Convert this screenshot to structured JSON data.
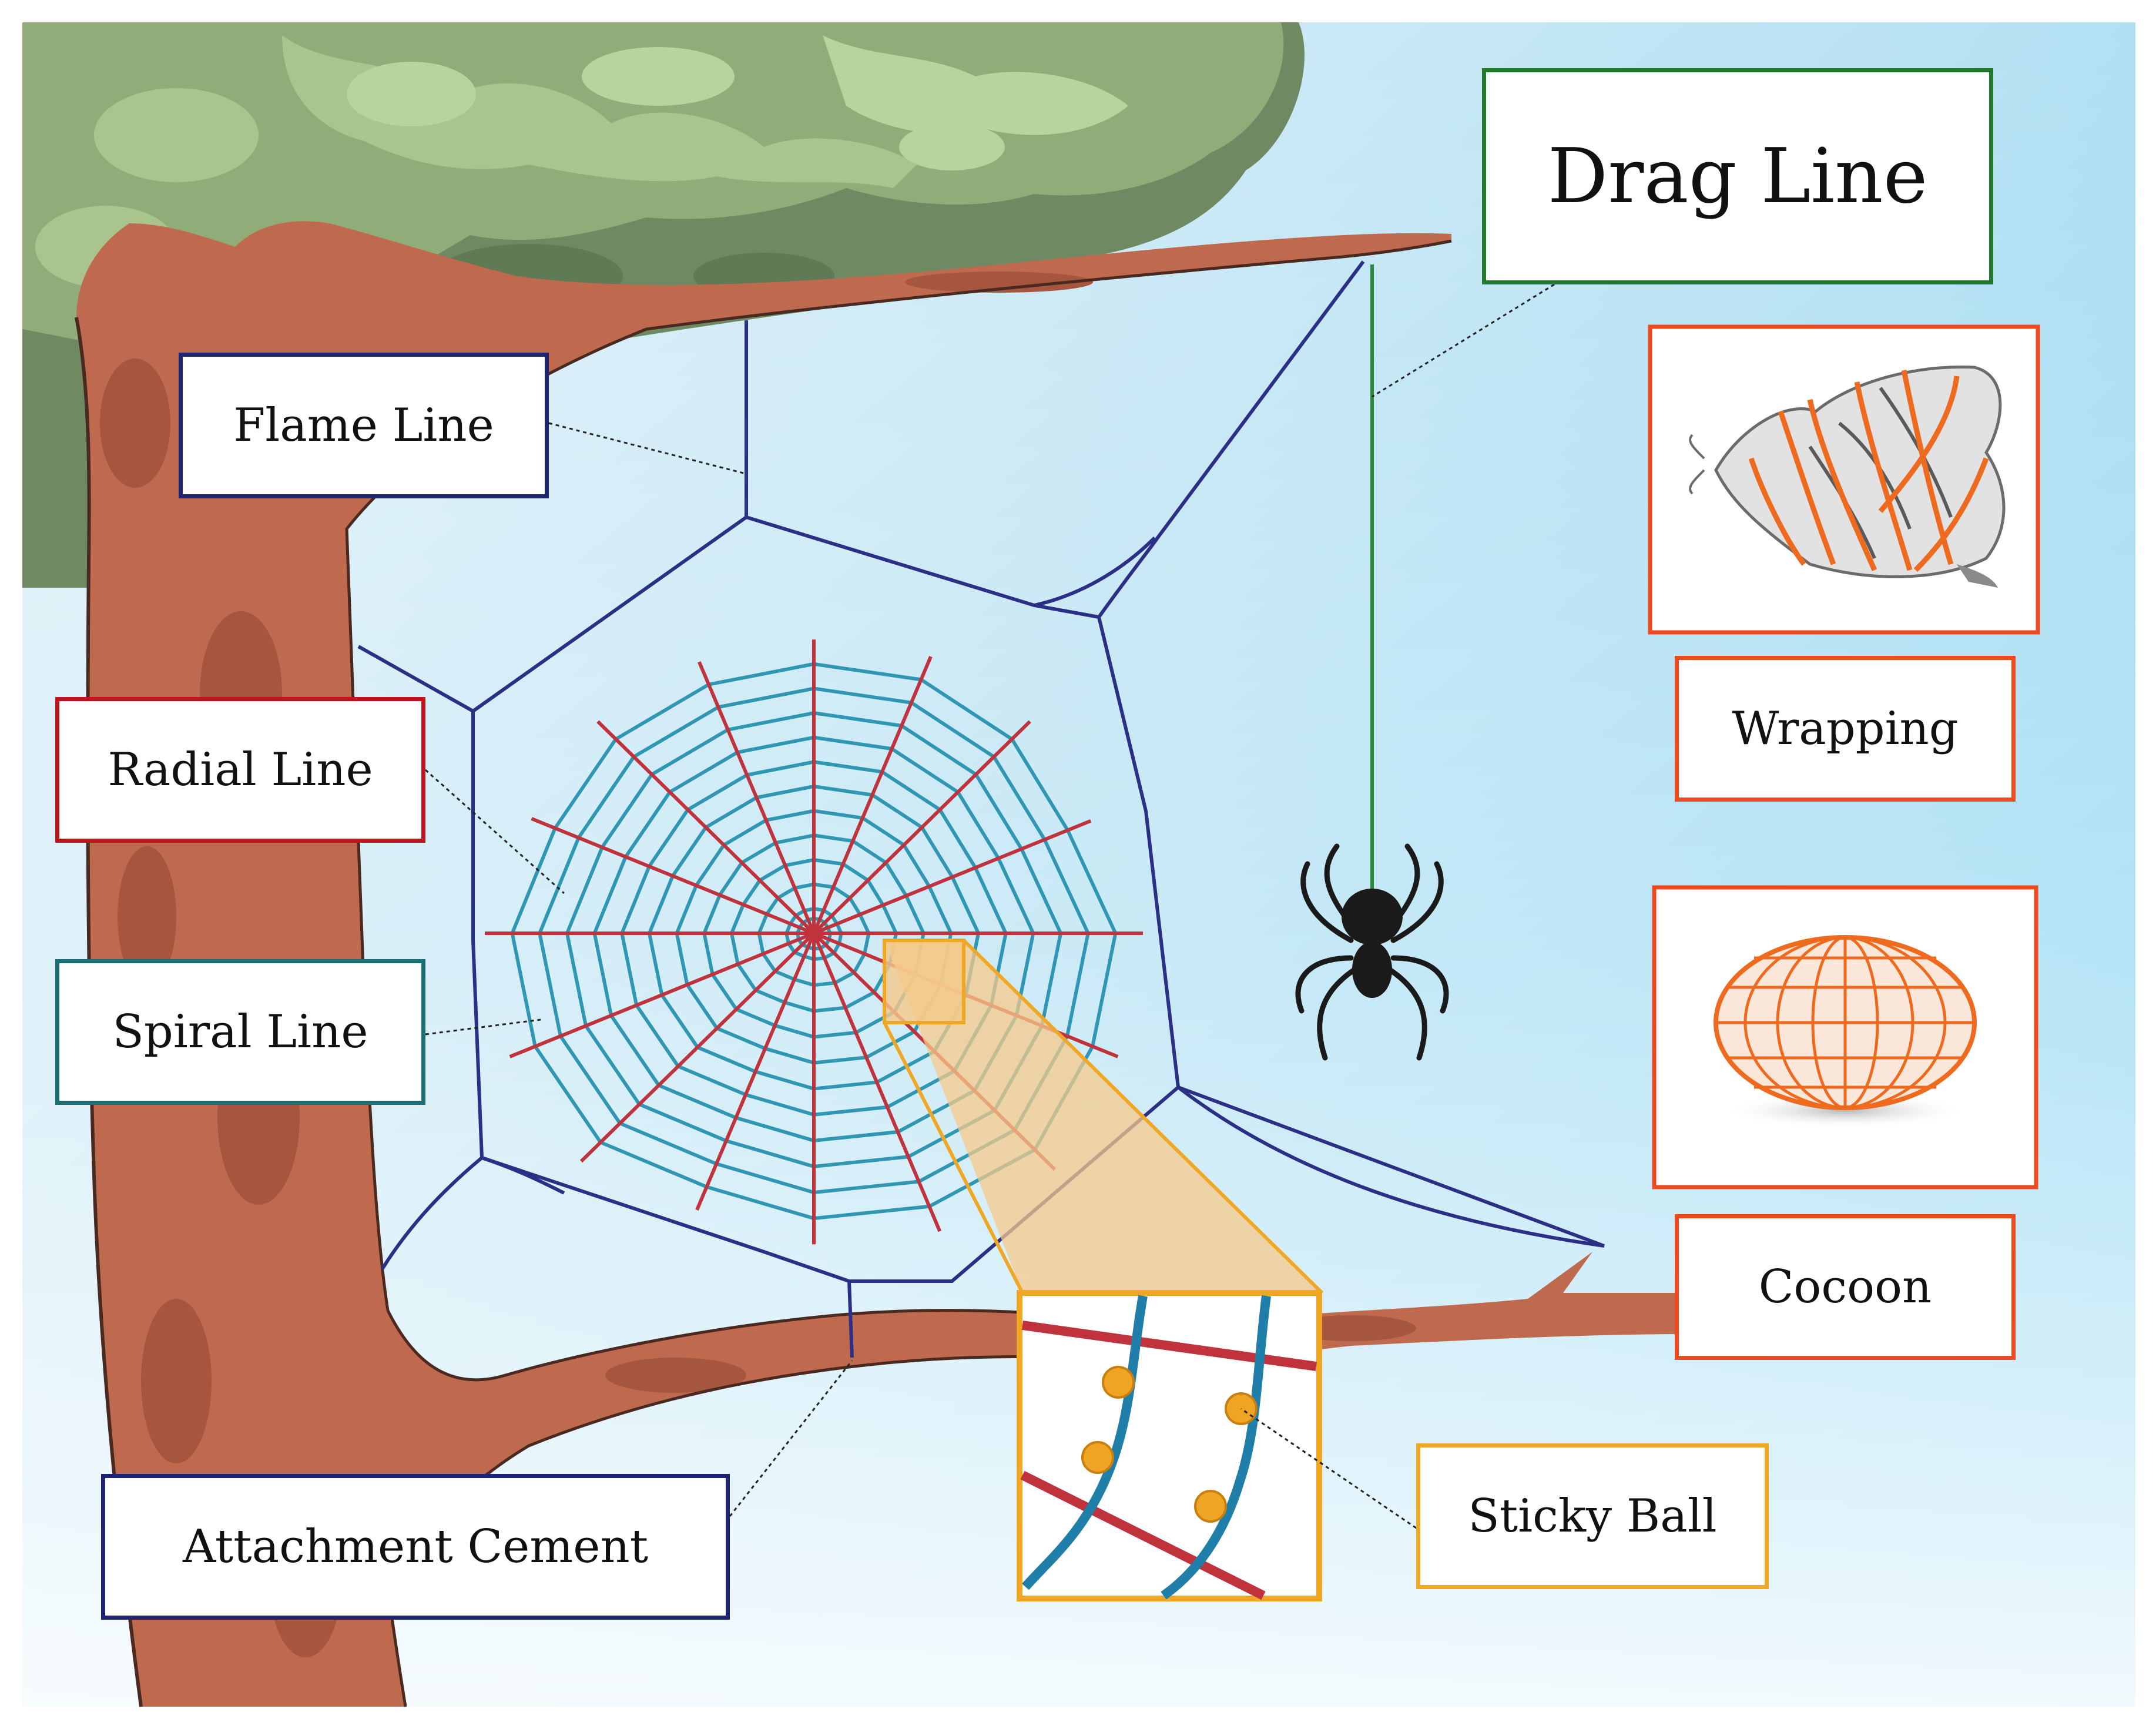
{
  "labels": {
    "drag_line": "Drag Line",
    "flame_line": "Flame Line",
    "radial_line": "Radial Line",
    "spiral_line": "Spiral Line",
    "attachment_cement": "Attachment Cement",
    "wrapping": "Wrapping",
    "cocoon": "Cocoon",
    "sticky_ball": "Sticky Ball"
  },
  "colors": {
    "sky_top": "#6fcbef",
    "sky_bottom": "#f4fafc",
    "foliage_light": "#a9c58d",
    "foliage_dark": "#6f8a62",
    "trunk": "#bf6a4f",
    "trunk_dark": "#a6553e",
    "frame_line": "#2b2f86",
    "radial_line": "#c0323c",
    "spiral_line": "#2f96b4",
    "drag_line": "#2b8a3e",
    "highlight": "#f5c98a",
    "highlight_border": "#f0a724",
    "sticky_ball": "#f0a424",
    "wrap_orange": "#ee6a1e",
    "spider": "#1a1a1a"
  }
}
